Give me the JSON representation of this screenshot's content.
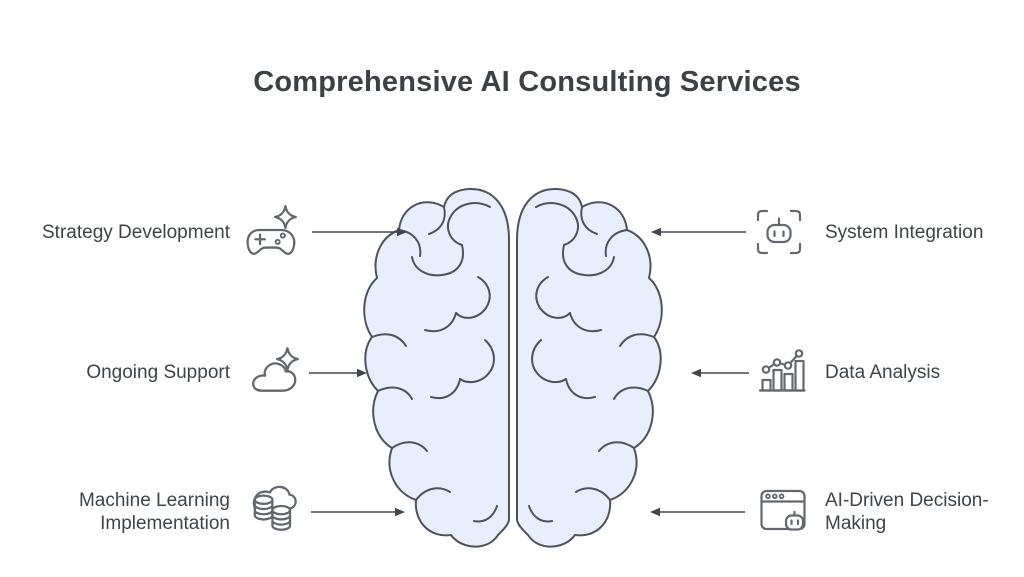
{
  "title": "Comprehensive AI Consulting Services",
  "center_figure": "brain-top-view-illustration",
  "left_items": [
    {
      "label": "Strategy Development",
      "icon": "game-controller-sparkle-icon"
    },
    {
      "label": "Ongoing Support",
      "icon": "cloud-sparkle-icon"
    },
    {
      "label": "Machine Learning Implementation",
      "icon": "cloud-databases-icon"
    }
  ],
  "right_items": [
    {
      "label": "System Integration",
      "icon": "robot-scan-frame-icon"
    },
    {
      "label": "Data Analysis",
      "icon": "bar-chart-trend-icon"
    },
    {
      "label": "AI-Driven Decision-Making",
      "icon": "browser-robot-icon"
    }
  ],
  "colors": {
    "background": "#ffffff",
    "title_text": "#3d4146",
    "label_text": "#3f434a",
    "icon_stroke": "#63676e",
    "arrow": "#42464c",
    "brain_fill": "#e9eefc",
    "brain_stroke": "#4d525b"
  }
}
